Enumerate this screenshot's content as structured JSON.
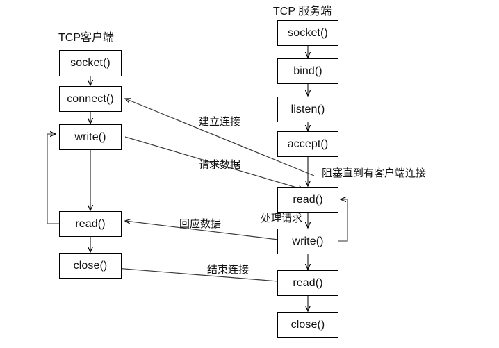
{
  "diagram": {
    "title_client": "TCP客户端",
    "title_server": "TCP 服务端",
    "client": {
      "title": "TCP客户端",
      "nodes": [
        {
          "label": "socket()"
        },
        {
          "label": "connect()"
        },
        {
          "label": "write()"
        },
        {
          "label": "read()"
        },
        {
          "label": "close()"
        }
      ]
    },
    "server": {
      "title": "TCP 服务端",
      "nodes": [
        {
          "label": "socket()"
        },
        {
          "label": "bind()"
        },
        {
          "label": "listen()"
        },
        {
          "label": "accept()"
        },
        {
          "label": "read()"
        },
        {
          "label": "write()"
        },
        {
          "label": "read()"
        },
        {
          "label": "close()"
        }
      ]
    },
    "edge_labels": {
      "establish_connection": "建立连接",
      "request_data": "请求数据",
      "response_data": "回应数据",
      "end_connection": "结束连接",
      "process_request": "处理请求",
      "block_until_client": "阻塞直到有客户端连接"
    },
    "colors": {
      "stroke": "#000000",
      "background": "#ffffff",
      "text": "#111111"
    }
  }
}
